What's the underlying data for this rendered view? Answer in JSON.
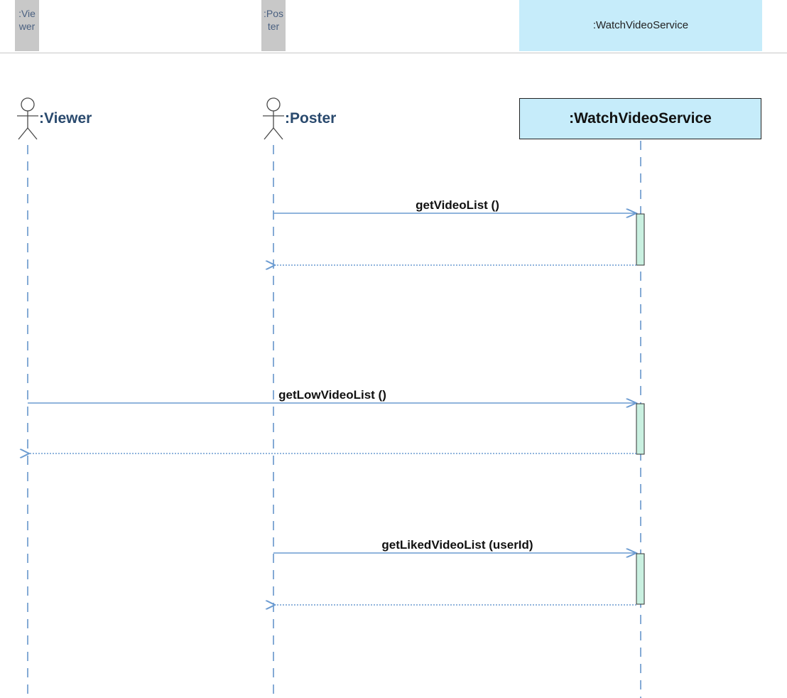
{
  "header": {
    "viewer_tab": ":Vie\nwer",
    "poster_tab": ":Pos\nter",
    "service_tab": ":WatchVideoService"
  },
  "participants": {
    "viewer": ":Viewer",
    "poster": ":Poster",
    "service": ":WatchVideoService"
  },
  "messages": [
    {
      "label": "getVideoList ()",
      "from": "poster",
      "to": "service"
    },
    {
      "label": "getLowVideoList ()",
      "from": "viewer",
      "to": "service"
    },
    {
      "label": "getLikedVideoList (userId)",
      "from": "poster",
      "to": "service"
    }
  ],
  "colors": {
    "lifeline": "#5b8ec7",
    "message": "#6b9bd1",
    "activation": "#c9f0e0",
    "service_fill": "#c6ecfa",
    "actor": "#2a4a6e"
  }
}
